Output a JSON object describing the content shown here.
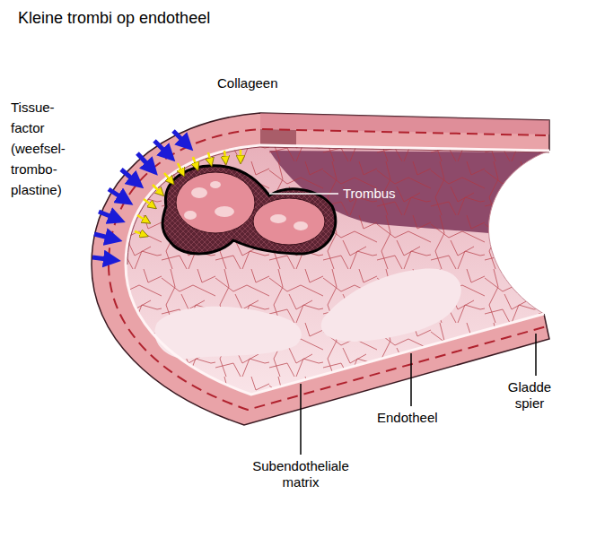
{
  "diagram": {
    "title": "Kleine trombi op endotheel",
    "labels": [
      "Collageen",
      "Tissue- factor (weefsel- trombo- plastine)",
      "Trombus",
      "Gladde spier",
      "Endotheel",
      "Subendotheliale matrix"
    ]
  }
}
